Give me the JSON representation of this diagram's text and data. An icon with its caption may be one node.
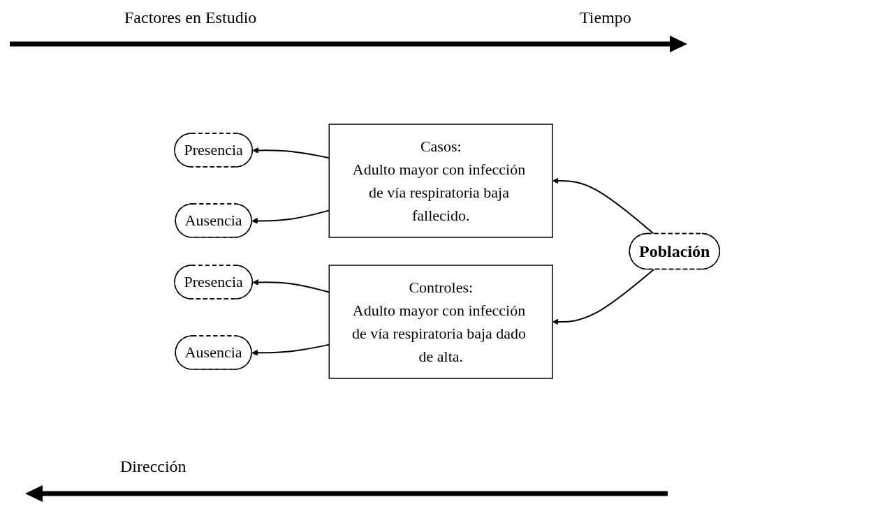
{
  "diagram": {
    "nodes": [
      {
        "text": [
          "Presencia"
        ]
      },
      {
        "text": [
          "Ausencia"
        ]
      },
      {
        "text": [
          "Casos:",
          "Adulto mayor con infección de vía respiratoria baja fallecido."
        ]
      },
      {
        "text": [
          "Presencia"
        ]
      },
      {
        "text": [
          "Ausencia"
        ]
      },
      {
        "text": [
          "Controles:",
          "Adulto mayor con infección de vía respiratoria baja dado de alta."
        ]
      },
      {
        "text": [
          "Población"
        ]
      }
    ],
    "edges": [
      {
        "from": 2,
        "to": 0,
        "arrow": "to"
      },
      {
        "from": 2,
        "to": 1,
        "arrow": "to"
      },
      {
        "from": 5,
        "to": 3,
        "arrow": "to"
      },
      {
        "from": 5,
        "to": 4,
        "arrow": "to"
      },
      {
        "from": 6,
        "to": 2,
        "arrow": "to"
      },
      {
        "from": 6,
        "to": 5,
        "arrow": "to"
      }
    ],
    "labels": [
      "Factores en Estudio",
      "Tiempo",
      "Dirección"
    ]
  }
}
